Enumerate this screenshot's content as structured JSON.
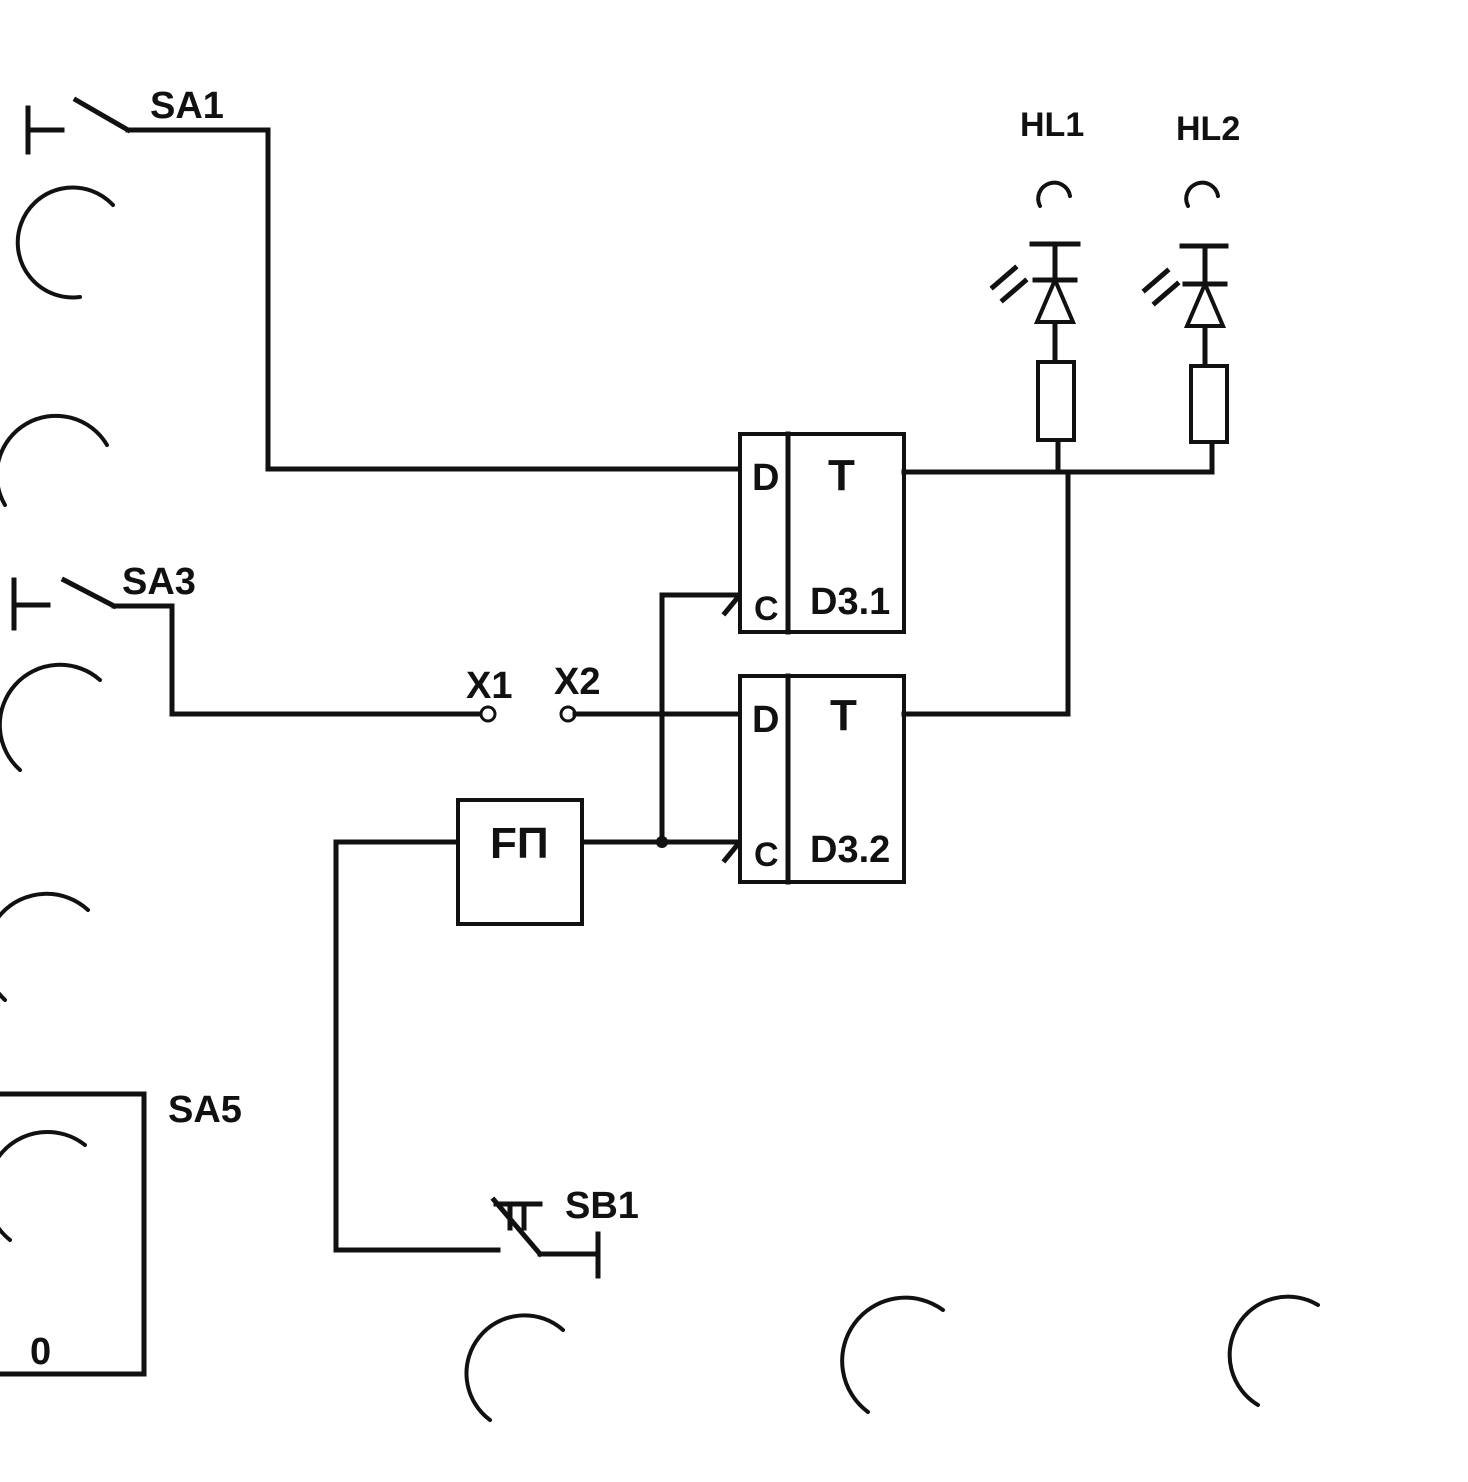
{
  "switches": {
    "sa1": "SA1",
    "sa3": "SA3",
    "sa5": "SA5",
    "sa5_position": "0",
    "sb1": "SB1"
  },
  "connectors": {
    "x1": "X1",
    "x2": "X2"
  },
  "leds": {
    "hl1": "HL1",
    "hl2": "HL2"
  },
  "generator": {
    "label": "FΠ"
  },
  "flipflops": [
    {
      "name": "D3.1",
      "type": "T",
      "d_pin": "D",
      "c_pin": "C"
    },
    {
      "name": "D3.2",
      "type": "T",
      "d_pin": "D",
      "c_pin": "C"
    }
  ]
}
